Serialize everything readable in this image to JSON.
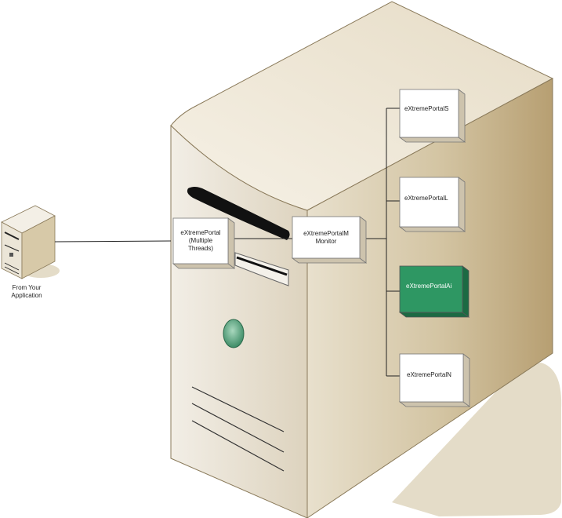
{
  "client": {
    "label": "From Your\nApplication"
  },
  "portal": {
    "label": "eXtremePortal\n(Multiple\nThreads)"
  },
  "monitor": {
    "label": "eXtremePortalM\nMonitor"
  },
  "nodes": [
    {
      "label": "eXtremePortalS",
      "highlight": false
    },
    {
      "label": "eXtremePortalL",
      "highlight": false
    },
    {
      "label": "eXtremePortalAi",
      "highlight": true
    },
    {
      "label": "eXtremePortalN",
      "highlight": false
    }
  ],
  "colors": {
    "box_face": "#ffffff",
    "box_side": "#cdc3ad",
    "highlight_face": "#2e9763",
    "highlight_side": "#1c6a43",
    "highlight_text": "#ffffff"
  }
}
